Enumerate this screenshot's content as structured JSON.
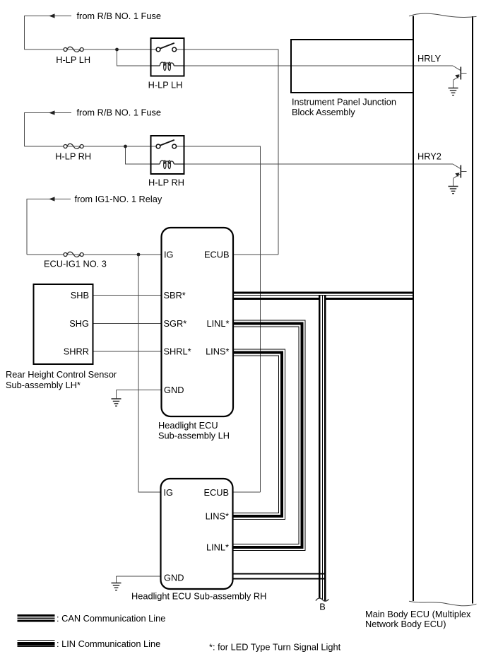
{
  "diagram": {
    "feeds": [
      {
        "from": "from R/B NO. 1 Fuse",
        "fuse": "H-LP LH",
        "relay": "H-LP LH"
      },
      {
        "from": "from R/B NO. 1 Fuse",
        "fuse": "H-LP RH",
        "relay": "H-LP RH"
      },
      {
        "from": "from IG1-NO. 1 Relay",
        "fuse": "ECU-IG1 NO. 3"
      }
    ],
    "junction_block": {
      "label1": "Instrument Panel Junction",
      "label2": "Block Assembly"
    },
    "main_body_ecu": {
      "pin_hrly": "HRLY",
      "pin_hry2": "HRY2",
      "label1": "Main Body ECU (Multiplex",
      "label2": "Network Body ECU)"
    },
    "height_sensor": {
      "pin1": "SHB",
      "pin2": "SHG",
      "pin3": "SHRR",
      "label1": "Rear Height Control Sensor",
      "label2": "Sub-assembly LH*"
    },
    "ecu_lh": {
      "pin_ig": "IG",
      "pin_sbr": "SBR*",
      "pin_sgr": "SGR*",
      "pin_shrl": "SHRL*",
      "pin_gnd": "GND",
      "pin_ecub": "ECUB",
      "pin_linl": "LINL*",
      "pin_lins": "LINS*",
      "label1": "Headlight ECU",
      "label2": "Sub-assembly LH"
    },
    "ecu_rh": {
      "pin_ig": "IG",
      "pin_ecub": "ECUB",
      "pin_lins": "LINS*",
      "pin_linl": "LINL*",
      "pin_gnd": "GND",
      "label": "Headlight ECU Sub-assembly RH"
    },
    "connector_b": "B",
    "legend": {
      "can": ": CAN Communication Line",
      "lin": ": LIN Communication Line"
    },
    "note": "*: for LED Type Turn Signal Light",
    "colors": {
      "line": "#000000",
      "wire": "#4a4a4a",
      "background": "#ffffff"
    }
  }
}
